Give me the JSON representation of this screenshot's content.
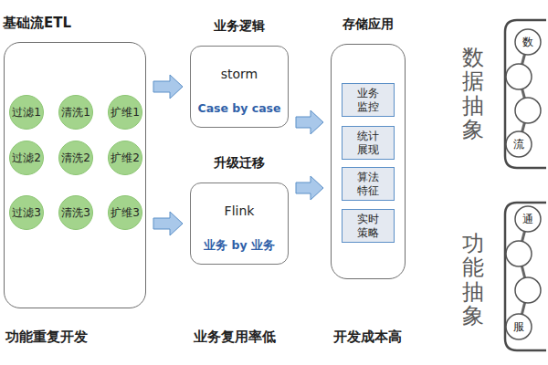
{
  "diagram": {
    "nodes": [
      {
        "text": [
          "基础流ETL"
        ]
      },
      {
        "text": [
          "过滤1"
        ],
        "in": 0
      },
      {
        "text": [
          "清洗1"
        ],
        "in": 0
      },
      {
        "text": [
          "扩维1"
        ],
        "in": 0
      },
      {
        "text": [
          "过滤2"
        ],
        "in": 0
      },
      {
        "text": [
          "清洗2"
        ],
        "in": 0
      },
      {
        "text": [
          "扩维2"
        ],
        "in": 0
      },
      {
        "text": [
          "过滤3"
        ],
        "in": 0
      },
      {
        "text": [
          "清洗3"
        ],
        "in": 0
      },
      {
        "text": [
          "扩维3"
        ],
        "in": 0
      },
      {
        "text": [
          "业务逻辑",
          "storm",
          "Case by case"
        ]
      },
      {
        "text": [
          "升级迁移",
          "Flink",
          "业务 by 业务"
        ]
      },
      {
        "text": [
          "存储应用"
        ]
      },
      {
        "text": [
          "业务监控"
        ],
        "in": 12
      },
      {
        "text": [
          "统计展现"
        ],
        "in": 12
      },
      {
        "text": [
          "算法特征"
        ],
        "in": 12
      },
      {
        "text": [
          "实时策略"
        ],
        "in": 12
      }
    ],
    "edges": [
      {
        "from": 1,
        "to": 2,
        "arrow": "to"
      },
      {
        "from": 2,
        "to": 3,
        "arrow": "to"
      },
      {
        "from": 4,
        "to": 5,
        "arrow": "to"
      },
      {
        "from": 5,
        "to": 6,
        "arrow": "to"
      },
      {
        "from": 7,
        "to": 8,
        "arrow": "to"
      },
      {
        "from": 8,
        "to": 9,
        "arrow": "to"
      },
      {
        "from": 0,
        "to": 10,
        "arrow": "to"
      },
      {
        "from": 0,
        "to": 11,
        "arrow": "to"
      },
      {
        "from": 10,
        "to": 12,
        "arrow": "to"
      },
      {
        "from": 11,
        "to": 12,
        "arrow": "to"
      }
    ],
    "labels": [
      "功能重复开发",
      "业务复用率低",
      "开发成本高",
      "数据抽象",
      "功能抽象",
      "数",
      "流",
      "通",
      "服"
    ]
  }
}
